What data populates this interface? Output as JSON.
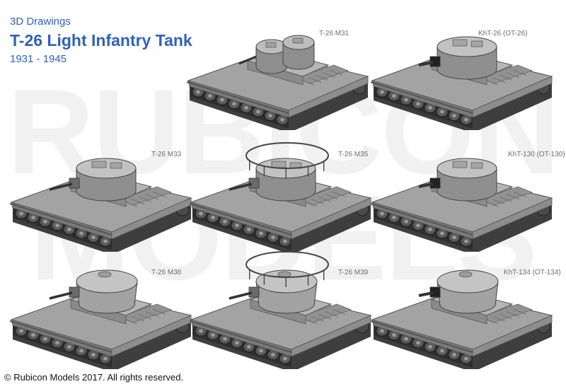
{
  "header": {
    "subtitle": "3D Drawings",
    "title": "T-26 Light Infantry Tank",
    "years": "1931 - 1945"
  },
  "watermark": {
    "line1": "RUBICON",
    "line2": "MODELS"
  },
  "tanks": [
    {
      "label": "T-26 M31",
      "variant": "twin-turret",
      "icon": "twin-turret-tank-icon"
    },
    {
      "label": "KhT-26 (OT-26)",
      "variant": "single-turret-flamethrower",
      "icon": "flamethrower-tank-icon"
    },
    {
      "label": "T-26 M33",
      "variant": "conical-turret",
      "icon": "tank-icon"
    },
    {
      "label": "T-26 M35",
      "variant": "radio-rail",
      "icon": "radio-tank-icon"
    },
    {
      "label": "KhT-130 (OT-130)",
      "variant": "flamethrower",
      "icon": "flamethrower-tank-icon"
    },
    {
      "label": "T-26 M38",
      "variant": "late",
      "icon": "tank-icon"
    },
    {
      "label": "T-26 M39",
      "variant": "late-radio-rail",
      "icon": "radio-tank-icon"
    },
    {
      "label": "KhT-134 (OT-134)",
      "variant": "late-flamethrower",
      "icon": "flamethrower-tank-icon"
    }
  ],
  "footer": {
    "copyright": "© Rubicon Models 2017. All rights reserved."
  },
  "colors": {
    "title_blue": "#2d63b8",
    "label_gray": "#6e6e6e",
    "hull_gray": "#8a8a8a",
    "watermark": "#f1f1f1"
  }
}
